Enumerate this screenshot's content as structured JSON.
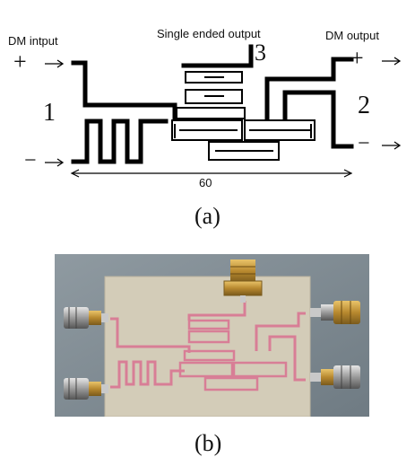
{
  "figure_a": {
    "dm_input_label": "DM intput",
    "dm_output_label": "DM output",
    "single_output_label": "Single ended output",
    "port1": "1",
    "port2": "2",
    "port3": "3",
    "plus_in": "+",
    "minus_in": "−",
    "plus_out": "+",
    "minus_out": "−",
    "dimension": "60",
    "caption": "(a)"
  },
  "figure_b": {
    "caption": "(b)"
  }
}
